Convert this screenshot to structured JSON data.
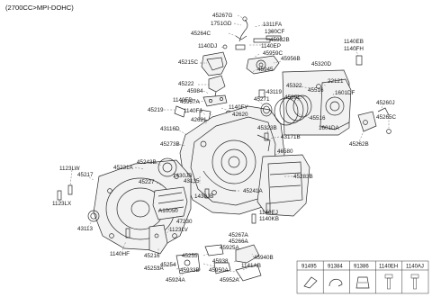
{
  "header": {
    "engine": "(2700CC>MPI-DOHC)"
  },
  "labels": [
    "45267G",
    "1751GD",
    "45264C",
    "1311FA",
    "1360CF",
    "45932B",
    "1140EP",
    "1140DJ",
    "45959C",
    "45215C",
    "45956B",
    "45945",
    "45320D",
    "45222",
    "1140EB",
    "1140FH",
    "45322",
    "22121",
    "45984",
    "43119",
    "45516",
    "1601DF",
    "45957A",
    "45271",
    "45391",
    "1140FD",
    "1140FY",
    "45219",
    "1140FJ",
    "42620",
    "42621",
    "45516",
    "1601DA",
    "45260J",
    "45265C",
    "45323B",
    "43171B",
    "45262B",
    "43116D",
    "45273B",
    "46580",
    "45243B",
    "1123LW",
    "45231A",
    "45217",
    "45227",
    "43135",
    "1430JB",
    "45283B",
    "1123LX",
    "1430JB",
    "45241A",
    "A10050",
    "1140EJ",
    "1140KB",
    "43113",
    "47230",
    "1123LV",
    "45267A",
    "45266A",
    "45925A",
    "45940B",
    "1140HF",
    "45216",
    "45255",
    "45938",
    "45254",
    "45253A",
    "45933B",
    "1141AB",
    "45950A",
    "45924A",
    "45952A"
  ],
  "table": {
    "headers": [
      "91495",
      "91384",
      "91386",
      "1140EH",
      "1140AJ"
    ],
    "icons": [
      "clip-icon",
      "clip-icon",
      "clip-icon",
      "bolt-icon",
      "bolt-icon"
    ]
  }
}
